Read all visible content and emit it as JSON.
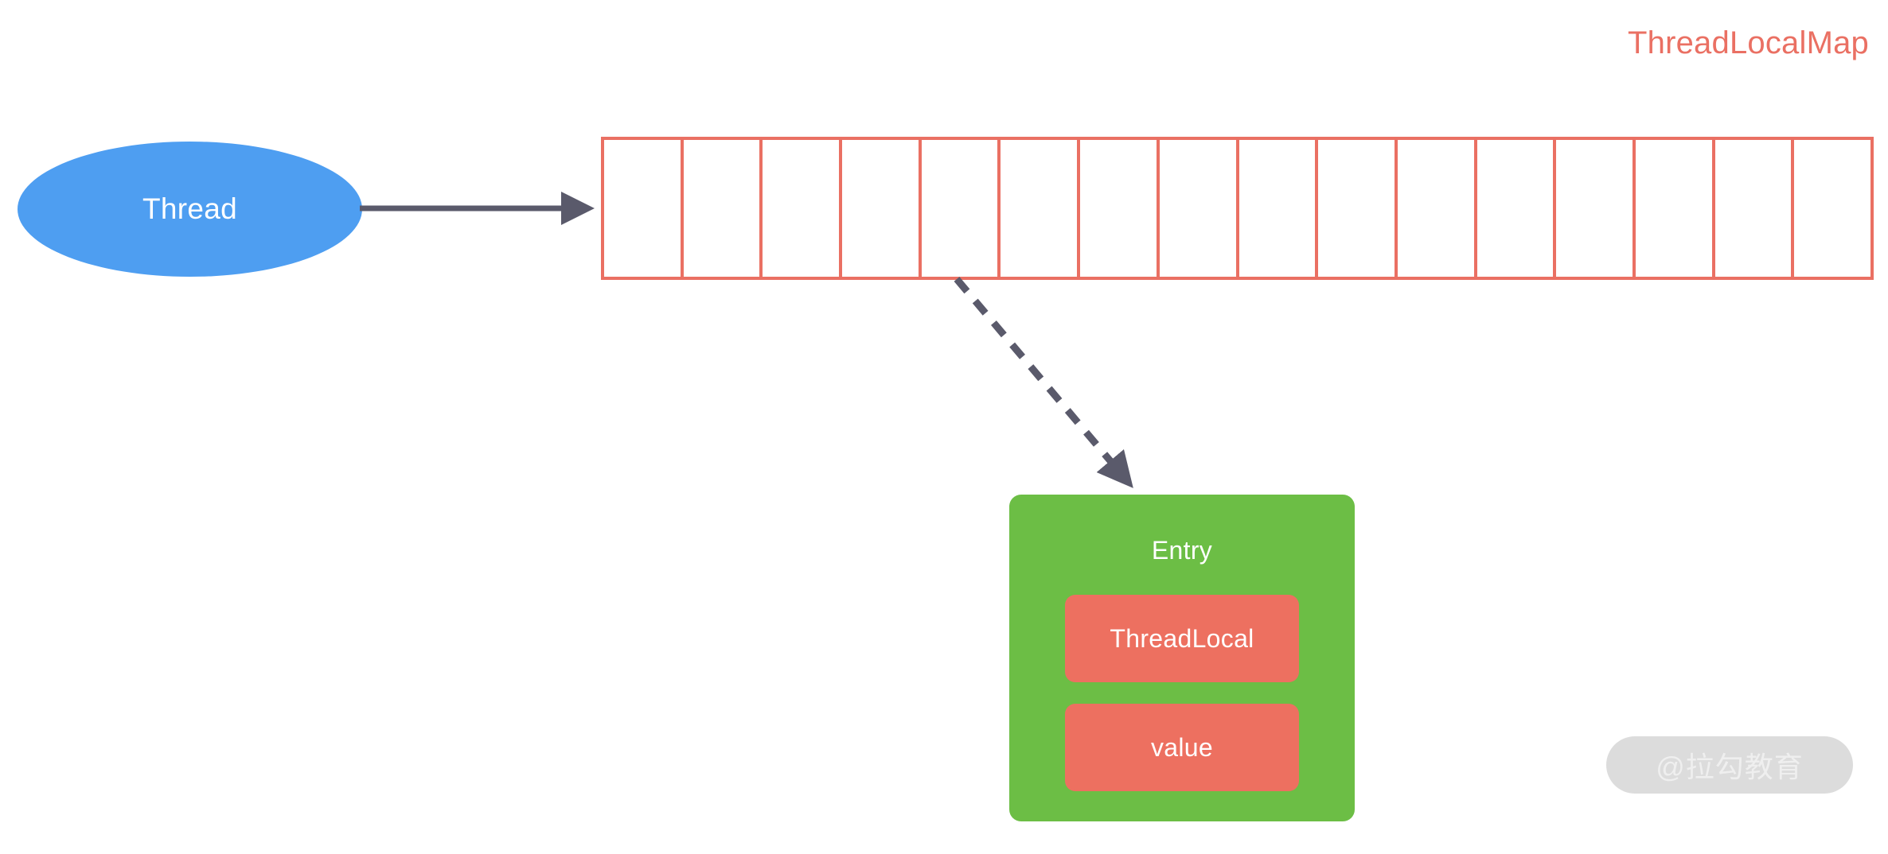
{
  "diagram": {
    "title": "ThreadLocalMap",
    "title_color": "#ea7063"
  },
  "thread": {
    "label": "Thread",
    "fill_color": "#4e9ef1",
    "text_color": "#ffffff"
  },
  "map_array": {
    "slot_count": 16,
    "border_color": "#ea7063",
    "fill_color": "#ffffff",
    "slots": [
      "",
      "",
      "",
      "",
      "",
      "",
      "",
      "",
      "",
      "",
      "",
      "",
      "",
      "",
      "",
      ""
    ]
  },
  "connectors": {
    "thread_to_map": {
      "style": "solid",
      "color": "#5a5a6b",
      "arrowhead": "filled-triangle"
    },
    "slot_to_entry": {
      "style": "dashed",
      "color": "#5a5a6b",
      "arrowhead": "filled-triangle"
    }
  },
  "entry": {
    "title": "Entry",
    "fill_color": "#6cbe45",
    "text_color": "#ffffff",
    "fields": [
      {
        "label": "ThreadLocal",
        "fill_color": "#ed7060"
      },
      {
        "label": "value",
        "fill_color": "#ed7060"
      }
    ]
  },
  "watermark": {
    "text": "@拉勾教育",
    "pill_color": "#dcdcdc",
    "text_color": "#efefef"
  }
}
